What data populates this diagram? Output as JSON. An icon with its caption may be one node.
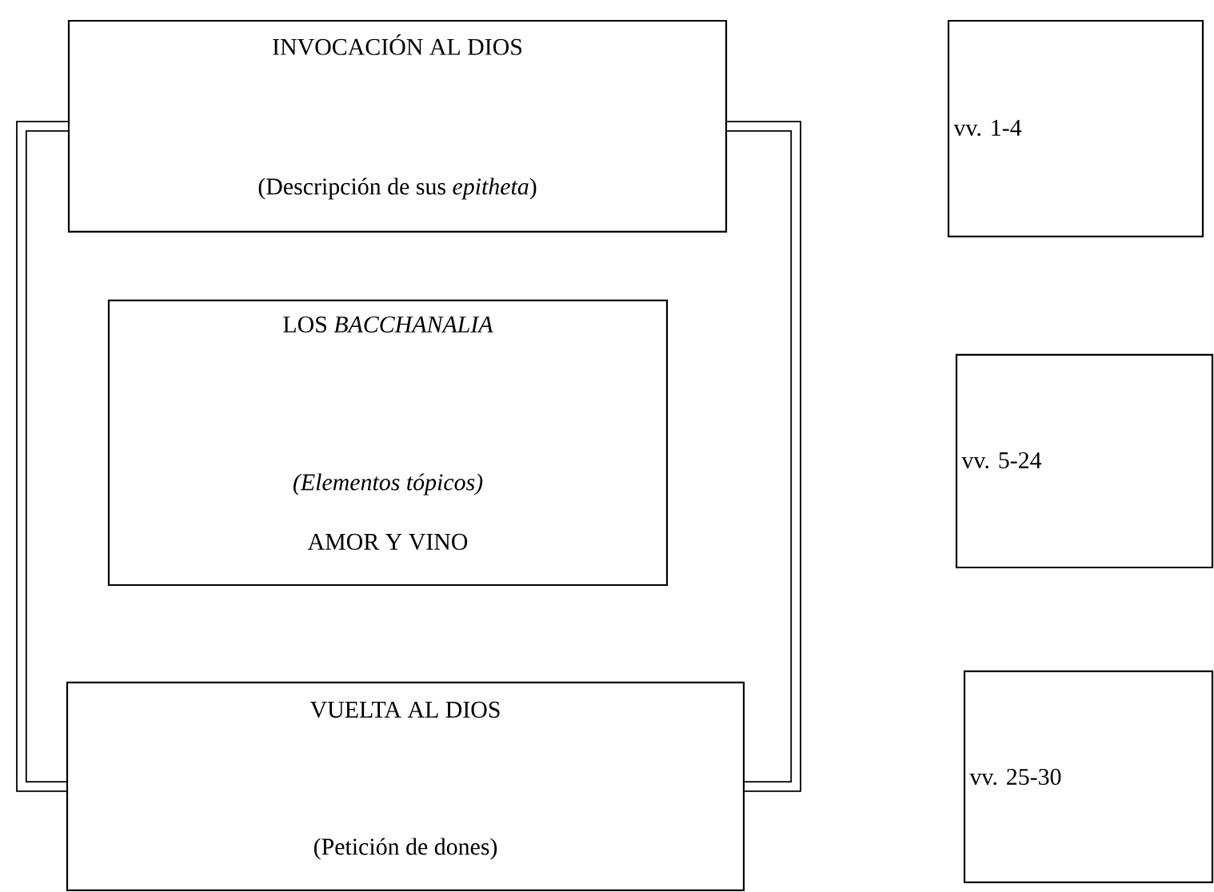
{
  "diagram": {
    "nodes": [
      {
        "text": [
          "INVOCACIÓN AL DIOS",
          "(Descripción de sus *epitheta*)"
        ]
      },
      {
        "text": [
          "LOS *BACCHANALIA*",
          "(Elementos tópicos)",
          "AMOR Y VINO"
        ]
      },
      {
        "text": [
          "VUELTA AL DIOS",
          "(Petición de dones)"
        ]
      },
      {
        "text": [
          "vv. 1-4"
        ]
      },
      {
        "text": [
          "vv. 5-24"
        ]
      },
      {
        "text": [
          "vv. 25-30"
        ]
      }
    ],
    "edges": [
      {
        "from": 0,
        "to": 2,
        "arrow": "none"
      },
      {
        "from": 0,
        "to": 2,
        "arrow": "none"
      }
    ]
  }
}
